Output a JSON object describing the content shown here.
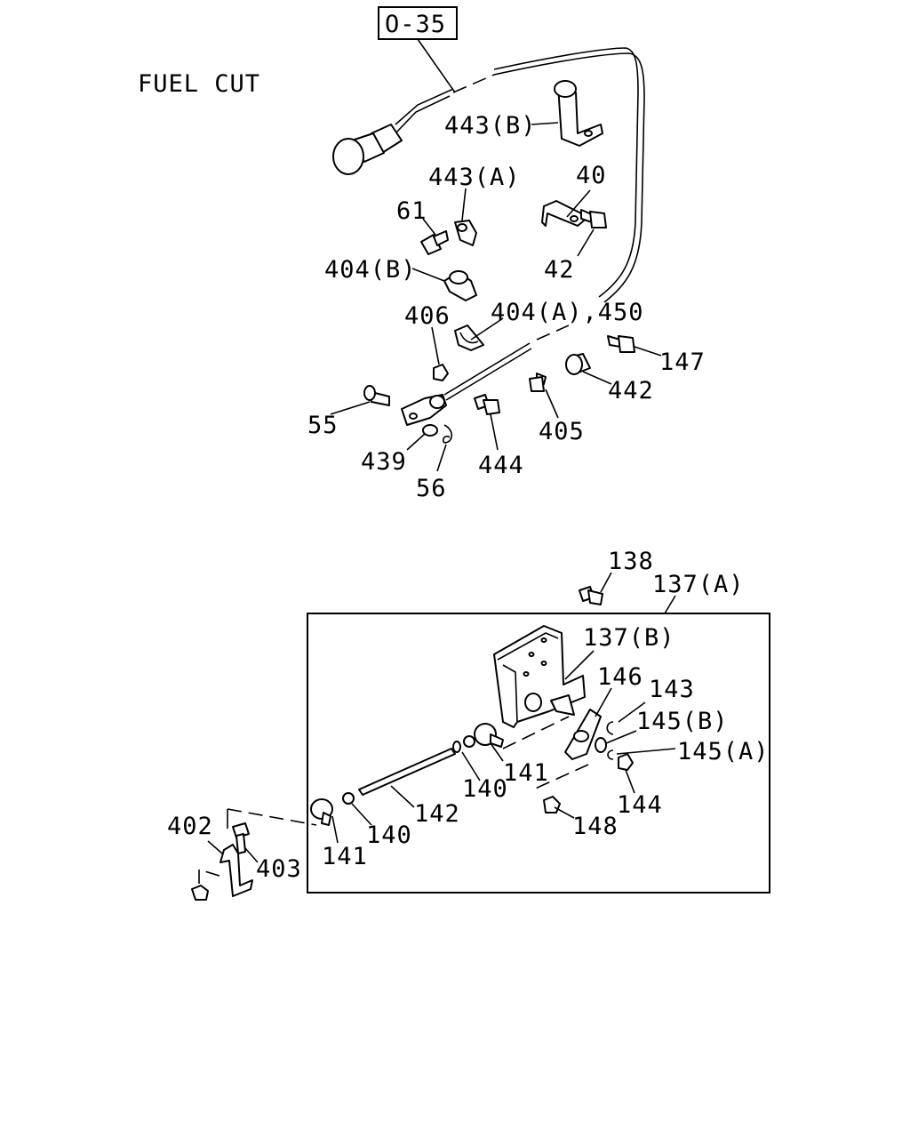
{
  "diagram": {
    "section_title": "FUEL CUT",
    "reference_box": "O-35",
    "upper_group": {
      "labels": {
        "p443b": "443(B)",
        "p443a": "443(A)",
        "p40": "40",
        "p61": "61",
        "p42": "42",
        "p404b": "404(B)",
        "p406": "406",
        "p404a450": "404(A),450",
        "p147": "147",
        "p442": "442",
        "p55": "55",
        "p405": "405",
        "p439": "439",
        "p444": "444",
        "p56": "56"
      }
    },
    "lower_group": {
      "labels": {
        "p138": "138",
        "p137a": "137(A)",
        "p137b": "137(B)",
        "p146": "146",
        "p143": "143",
        "p145b": "145(B)",
        "p145a": "145(A)",
        "p141_right": "141",
        "p140_right": "140",
        "p144": "144",
        "p142": "142",
        "p148": "148",
        "p402": "402",
        "p140_left": "140",
        "p403": "403",
        "p141_left": "141"
      }
    }
  }
}
